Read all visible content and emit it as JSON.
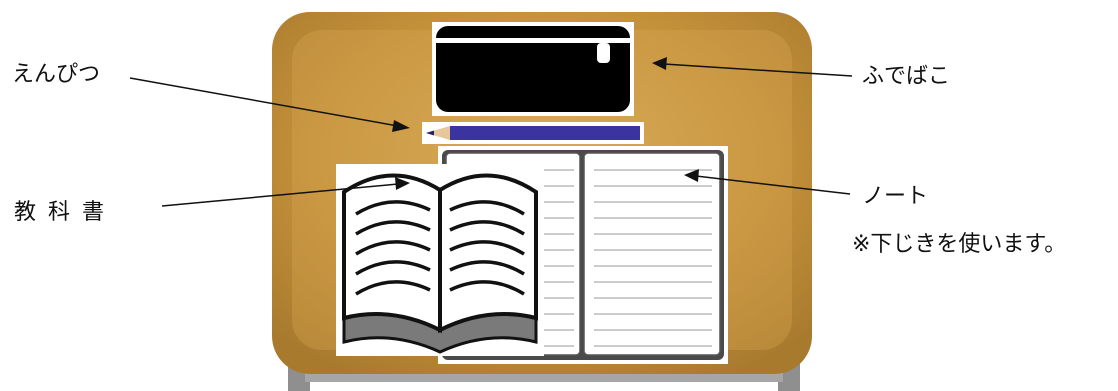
{
  "labels": {
    "pencil": "えんぴつ",
    "pencil_case": "ふでばこ",
    "textbook": "教科書",
    "notebook": "ノート",
    "notebook_note": "※下じきを使います。"
  },
  "colors": {
    "desk_wood": "#c4913a",
    "desk_wood_light": "#d9ad5c",
    "desk_edge": "#a87a2e",
    "desk_legs": "#8f8f8f",
    "pencil_case": "#000000",
    "pencil_body": "#3a33a0",
    "leader_line": "#111111"
  },
  "icons": [
    "desk-illustration",
    "pencil-case-icon",
    "pencil-icon",
    "notebook-icon",
    "textbook-icon"
  ]
}
